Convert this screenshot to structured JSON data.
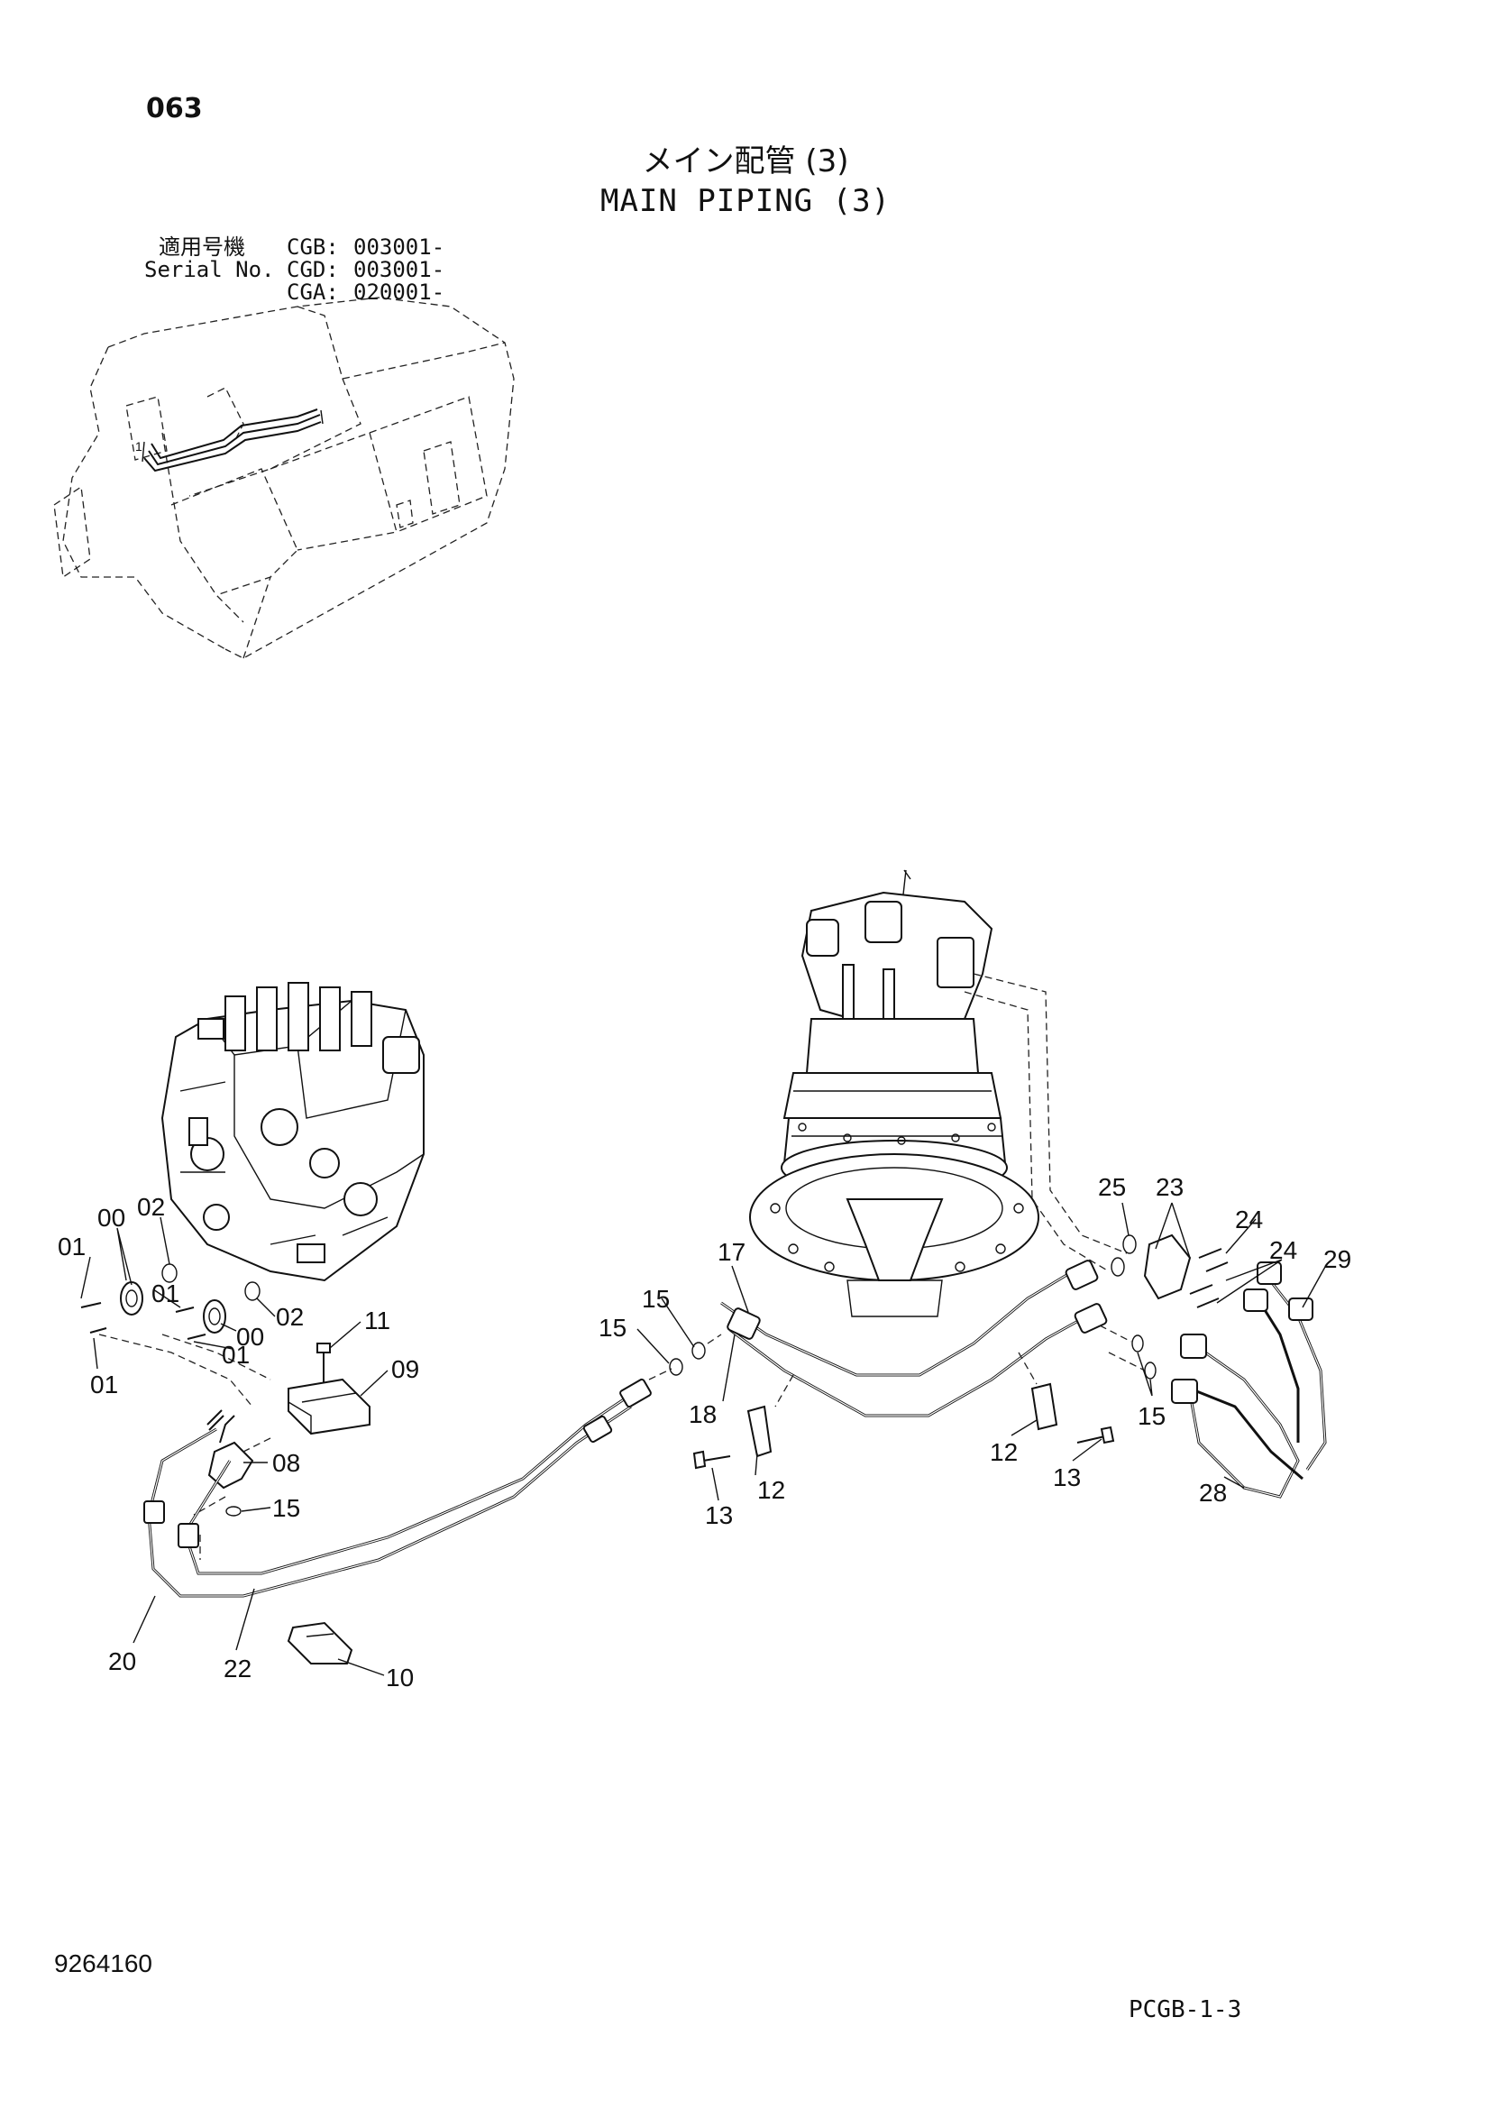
{
  "header": {
    "page_number": "063",
    "title_ja": "メイン配管 (3)",
    "title_en": "MAIN PIPING (3)"
  },
  "serial": {
    "label_ja": "適用号機",
    "label_en": "Serial No.",
    "entries": [
      {
        "model": "CGB:",
        "number": "003001-"
      },
      {
        "model": "CGD:",
        "number": "003001-"
      },
      {
        "model": "CGA:",
        "number": "020001-"
      }
    ]
  },
  "callouts": [
    {
      "id": "c01a",
      "text": "01"
    },
    {
      "id": "c00a",
      "text": "00"
    },
    {
      "id": "c02a",
      "text": "02"
    },
    {
      "id": "c01b",
      "text": "01"
    },
    {
      "id": "c02b",
      "text": "02"
    },
    {
      "id": "c00b",
      "text": "00"
    },
    {
      "id": "c01c",
      "text": "01"
    },
    {
      "id": "c01d",
      "text": "01"
    },
    {
      "id": "c11",
      "text": "11"
    },
    {
      "id": "c09",
      "text": "09"
    },
    {
      "id": "c08",
      "text": "08"
    },
    {
      "id": "c15a",
      "text": "15"
    },
    {
      "id": "c20",
      "text": "20"
    },
    {
      "id": "c22",
      "text": "22"
    },
    {
      "id": "c10",
      "text": "10"
    },
    {
      "id": "c15b",
      "text": "15"
    },
    {
      "id": "c15c",
      "text": "15"
    },
    {
      "id": "c17",
      "text": "17"
    },
    {
      "id": "c18",
      "text": "18"
    },
    {
      "id": "c12a",
      "text": "12"
    },
    {
      "id": "c13a",
      "text": "13"
    },
    {
      "id": "c25",
      "text": "25"
    },
    {
      "id": "c23",
      "text": "23"
    },
    {
      "id": "c24a",
      "text": "24"
    },
    {
      "id": "c24b",
      "text": "24"
    },
    {
      "id": "c29",
      "text": "29"
    },
    {
      "id": "c15d",
      "text": "15"
    },
    {
      "id": "c12b",
      "text": "12"
    },
    {
      "id": "c13b",
      "text": "13"
    },
    {
      "id": "c28",
      "text": "28"
    }
  ],
  "footer": {
    "document_number": "9264160",
    "page_code": "PCGB-1-3"
  }
}
